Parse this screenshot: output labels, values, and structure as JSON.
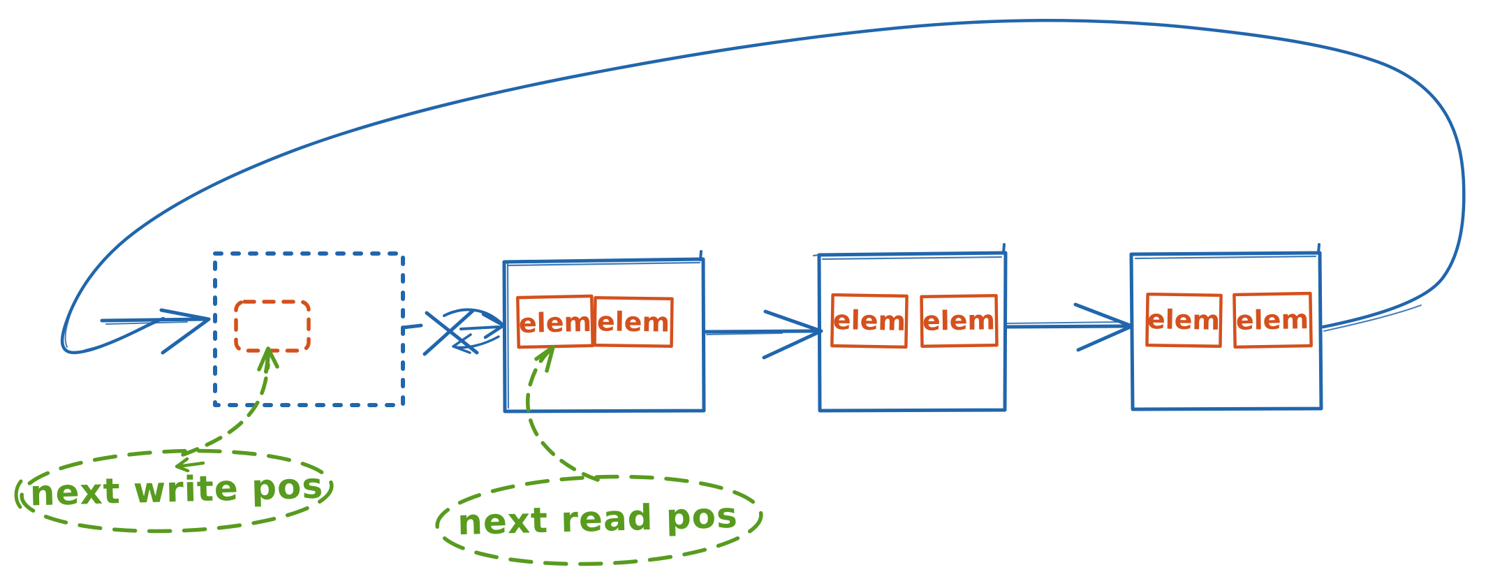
{
  "diagram": {
    "kind": "hand-drawn ring buffer sketch",
    "background": "#ffffff",
    "colors": {
      "node_stroke": "#2166AC",
      "elem_stroke": "#D4501D",
      "annotation_green": "#589B1E"
    },
    "nodes": [
      {
        "name": "next-free-node",
        "border": "dashed",
        "slots": [
          {
            "label": "",
            "border": "dashed"
          }
        ]
      },
      {
        "name": "node-1",
        "border": "solid",
        "slots": [
          {
            "label": "elem"
          },
          {
            "label": "elem"
          }
        ]
      },
      {
        "name": "node-2",
        "border": "solid",
        "slots": [
          {
            "label": "elem"
          },
          {
            "label": "elem"
          }
        ]
      },
      {
        "name": "node-3",
        "border": "solid",
        "slots": [
          {
            "label": "elem"
          },
          {
            "label": "elem"
          }
        ]
      }
    ],
    "annotations": {
      "write": {
        "label": "next write pos"
      },
      "read": {
        "label": "next read pos"
      }
    },
    "connections": [
      {
        "from": "next-free-node",
        "to": "node-1",
        "style": "dashed arrow crossed out with X"
      },
      {
        "from": "node-1",
        "to": "node-2",
        "style": "arrow"
      },
      {
        "from": "node-2",
        "to": "node-3",
        "style": "arrow"
      },
      {
        "from": "node-3",
        "to": "next-free-node",
        "style": "long wrap-around loop over the top"
      }
    ]
  }
}
